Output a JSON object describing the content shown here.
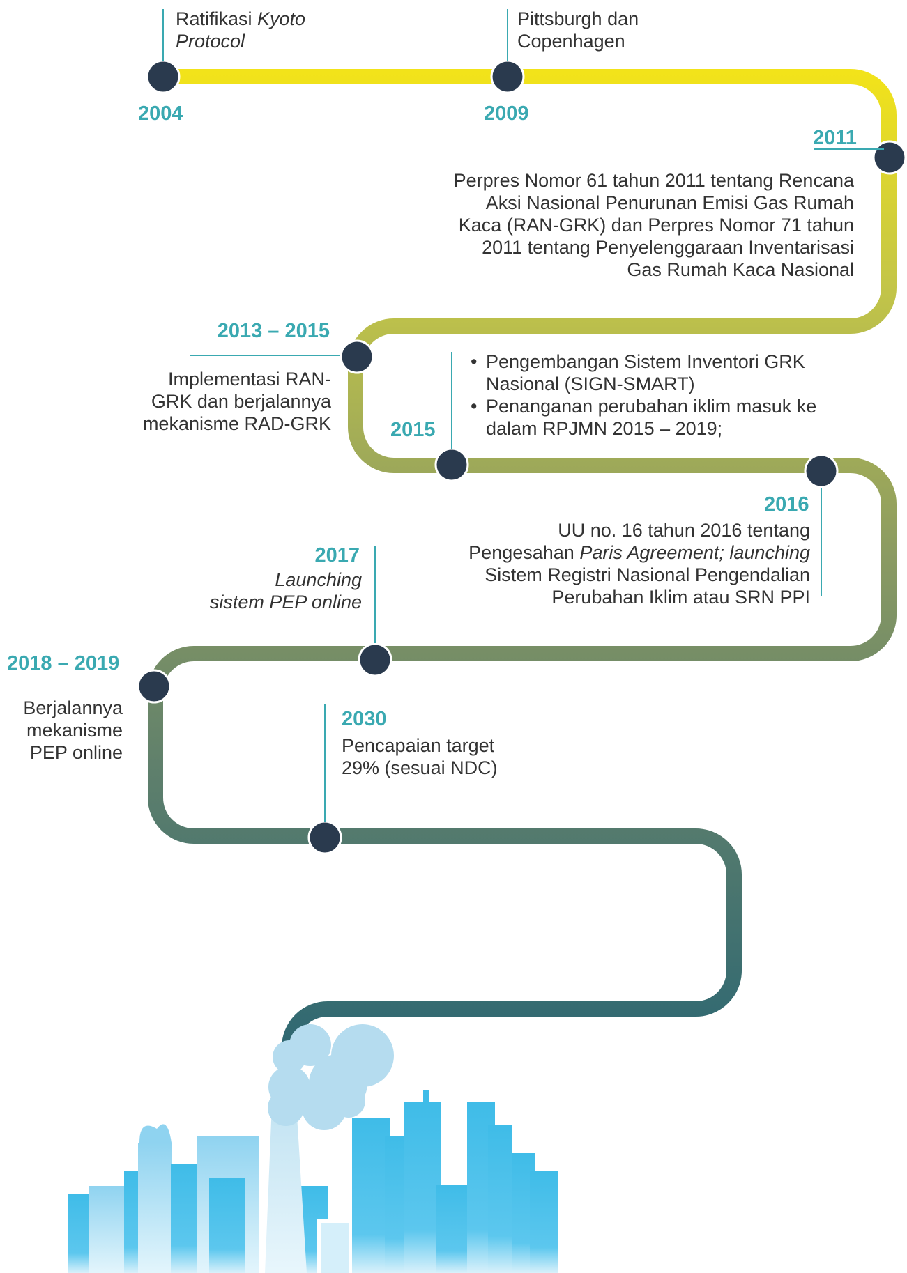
{
  "milestones": {
    "m2004": {
      "year": "2004",
      "text_a": "Ratifikasi ",
      "text_b": "Kyoto",
      "text_c": "Protocol"
    },
    "m2009": {
      "year": "2009",
      "line1": "Pittsburgh dan",
      "line2": "Copenhagen"
    },
    "m2011": {
      "year": "2011",
      "lines": [
        "Perpres Nomor 61 tahun 2011 tentang Rencana",
        "Aksi Nasional Penurunan Emisi Gas Rumah",
        "Kaca (RAN-GRK) dan Perpres Nomor 71 tahun",
        "2011 tentang Penyelenggaraan Inventarisasi",
        "Gas Rumah Kaca Nasional"
      ]
    },
    "m2013": {
      "year": "2013 – 2015",
      "lines": [
        "Implementasi RAN-",
        "GRK dan berjalannya",
        "mekanisme RAD-GRK"
      ]
    },
    "m2015": {
      "year": "2015",
      "bullets": [
        {
          "line1": "Pengembangan Sistem Inventori GRK",
          "line2": "Nasional (SIGN-SMART)"
        },
        {
          "line1": "Penanganan perubahan iklim masuk ke",
          "line2": "dalam RPJMN 2015 – 2019;"
        }
      ]
    },
    "m2016": {
      "year": "2016",
      "line1": "UU no. 16 tahun 2016 tentang",
      "line2_a": "Pengesahan ",
      "line2_b": "Paris Agreement; launching",
      "line3": "Sistem Registri Nasional Pengendalian",
      "line4": "Perubahan Iklim atau SRN PPI"
    },
    "m2017": {
      "year": "2017",
      "line1": "Launching",
      "line2": "sistem PEP online"
    },
    "m2018": {
      "year": "2018 – 2019",
      "lines": [
        "Berjalannya",
        "mekanisme",
        "PEP online"
      ]
    },
    "m2030": {
      "year": "2030",
      "line1": "Pencapaian target",
      "line2": "29% (sesuai NDC)"
    }
  },
  "colors": {
    "road_start": "#f2e31a",
    "road_mid1": "#c3c548",
    "road_mid2": "#8a9a62",
    "road_mid3": "#5e7f6c",
    "road_end": "#2f6872",
    "node": "#2a3a4e",
    "accent_teal": "#3aa9b1",
    "city_blue": "#3fbce8",
    "city_light": "#9bd7ef",
    "smoke": "#b5dcef"
  },
  "icons": {
    "road": "winding-road-timeline",
    "city": "city-skyline-illustration",
    "factory": "factory-chimney-smoke"
  }
}
